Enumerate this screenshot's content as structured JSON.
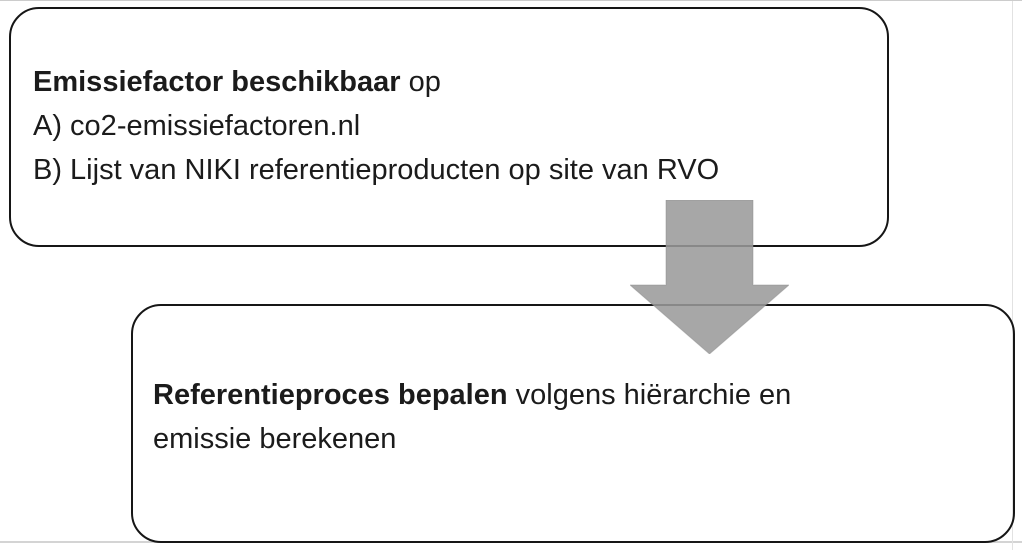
{
  "diagram": {
    "top_box": {
      "title_bold": "Emissiefactor beschikbaar",
      "title_rest": " op",
      "items": [
        "A) co2-emissiefactoren.nl",
        "B) Lijst van NIKI referentieproducten op site van RVO"
      ]
    },
    "arrow": {
      "label": "down-arrow",
      "color": "#9a9a9a"
    },
    "bottom_box": {
      "title_bold": "Referentieproces bepalen",
      "title_rest": " volgens hiërarchie en",
      "line2": "emissie berekenen"
    },
    "colors": {
      "box_border": "#161616",
      "text": "#1b1b1b",
      "background": "#ffffff",
      "arrow": "#9a9a9a"
    }
  }
}
